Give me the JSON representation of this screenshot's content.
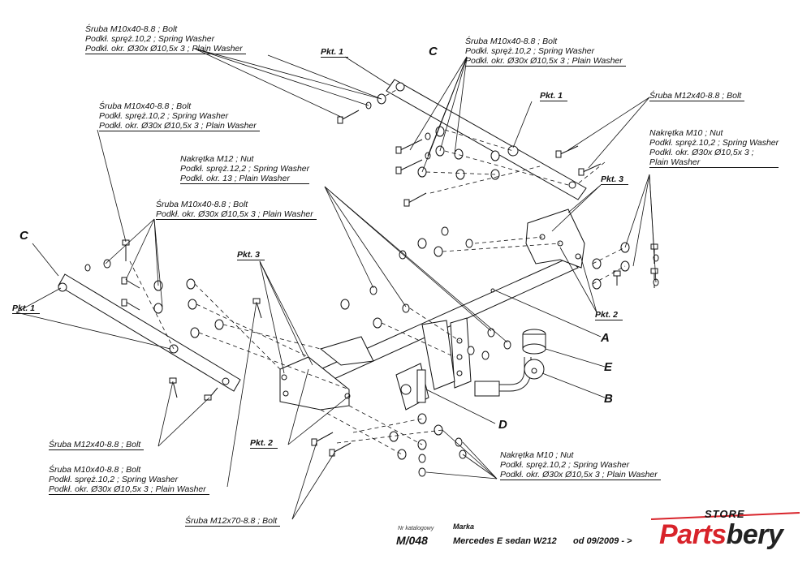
{
  "labels": {
    "tl_1": "Śruba M10x40-8.8 ; Bolt",
    "tl_2": "Podkł. spręż.10,2 ; Spring Washer",
    "tl_3": "Podkł. okr. Ø30x Ø10,5x 3 ; Plain Washer",
    "tm_1": "Śruba M10x40-8.8 ; Bolt",
    "tm_2": "Podkł. spręż.10,2 ; Spring Washer",
    "tm_3": "Podkł. okr. Ø30x Ø10,5x 3 ; Plain Washer",
    "ml_1": "Śruba M10x40-8.8 ; Bolt",
    "ml_2": "Podkł. spręż.10,2 ; Spring Washer",
    "ml_3": "Podkł. okr. Ø30x Ø10,5x 3 ; Plain Washer",
    "tr_bolt": "Śruba M12x40-8.8 ; Bolt",
    "nut12_1": "Nakrętka M12 ; Nut",
    "nut12_2": "Podkł. spręż.12,2 ; Spring Washer",
    "nut12_3": "Podkł. okr. 13 ; Plain Washer",
    "nut10r_1": "Nakrętka M10 ; Nut",
    "nut10r_2": "Podkł. spręż.10,2 ; Spring Washer",
    "nut10r_3": "Podkł. okr. Ø30x Ø10,5x 3 ;",
    "nut10r_4": "Plain Washer",
    "bolt_plain_1": "Śruba M10x40-8.8 ; Bolt",
    "bolt_plain_2": "Podkł. okr. Ø30x Ø10,5x 3 ; Plain Washer",
    "bl_bolt12": "Śruba M12x40-8.8 ; Bolt",
    "bl2_1": "Śruba M10x40-8.8 ; Bolt",
    "bl2_2": "Podkł. spręż.10,2 ; Spring Washer",
    "bl2_3": "Podkł. okr. Ø30x Ø10,5x 3 ; Plain Washer",
    "bl_bolt70": "Śruba M12x70-8.8 ; Bolt",
    "br_1": "Nakrętka M10 ; Nut",
    "br_2": "Podkł. spręż.10,2 ; Spring Washer",
    "br_3": "Podkł. okr. Ø30x Ø10,5x 3 ; Plain Washer"
  },
  "points": {
    "pkt1_top": "Pkt. 1",
    "pkt1_mid": "Pkt. 1",
    "pkt1_left": "Pkt. 1",
    "pkt3_right": "Pkt. 3",
    "pkt3_left": "Pkt. 3",
    "pkt2_right": "Pkt. 2",
    "pkt2_left": "Pkt. 2"
  },
  "parts": {
    "c_top": "C",
    "c_left": "C",
    "a": "A",
    "e": "E",
    "b": "B",
    "d": "D"
  },
  "footer": {
    "catalog_label": "Nr katalogowy",
    "brand_label": "Marka",
    "catalog_no": "M/048",
    "vehicle": "Mercedes E sedan W212",
    "date": "od 09/2009  - >"
  },
  "logo": {
    "store": "STORE",
    "brand_part1": "Parts",
    "brand_part2": "bery",
    "accent_color": "#d8232a",
    "dark_color": "#222222"
  }
}
